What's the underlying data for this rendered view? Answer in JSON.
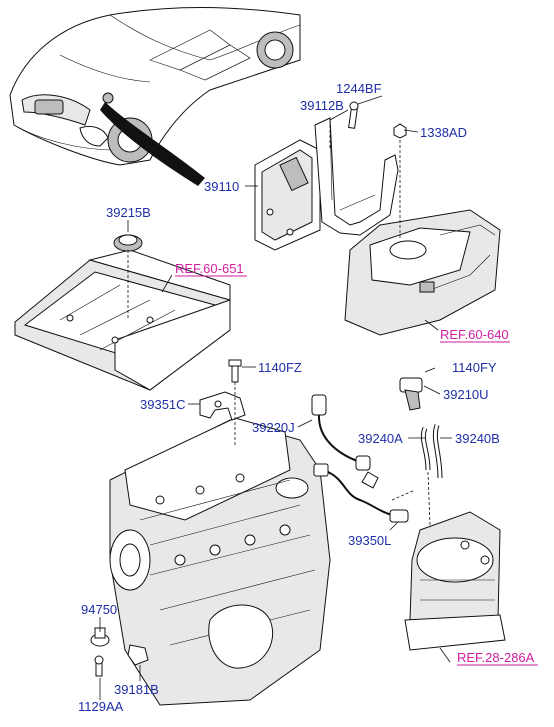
{
  "parts": {
    "p1244BF": "1244BF",
    "p39112B": "39112B",
    "p1338AD": "1338AD",
    "p39110": "39110",
    "p39215B": "39215B",
    "p1140FZ": "1140FZ",
    "p39351C": "39351C",
    "p39220J": "39220J",
    "p1140FY": "1140FY",
    "p39210U": "39210U",
    "p39240A": "39240A",
    "p39240B": "39240B",
    "p39350L": "39350L",
    "p94750": "94750",
    "p39181B": "39181B",
    "p1129AA": "1129AA"
  },
  "refs": {
    "ref_60_651": "REF.60-651",
    "ref_60_640": "REF.60-640",
    "ref_28_286A": "REF.28-286A"
  },
  "colors": {
    "part_label": "#1f2fa8",
    "ref_label": "#d21ea0"
  }
}
